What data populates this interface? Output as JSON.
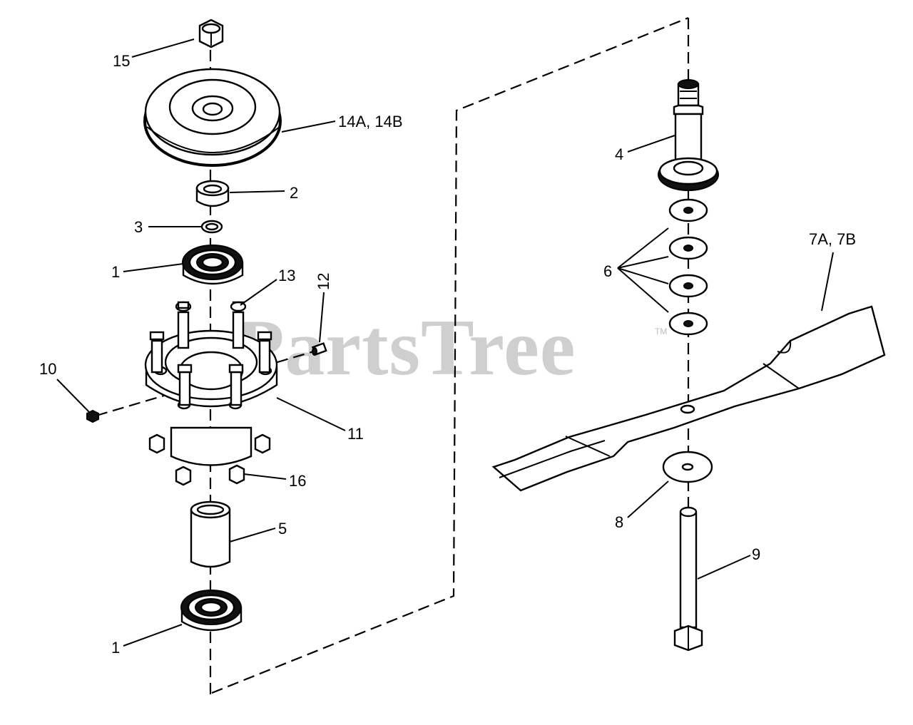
{
  "watermark": {
    "text": "PartsTree",
    "trademark": "TM"
  },
  "callouts": {
    "c15": "15",
    "c14": "14A, 14B",
    "c2": "2",
    "c3": "3",
    "c1_top": "1",
    "c13": "13",
    "c12": "12",
    "c10": "10",
    "c11": "11",
    "c16": "16",
    "c5": "5",
    "c1_bottom": "1",
    "c4": "4",
    "c6": "6",
    "c7": "7A, 7B",
    "c8": "8",
    "c9": "9"
  }
}
